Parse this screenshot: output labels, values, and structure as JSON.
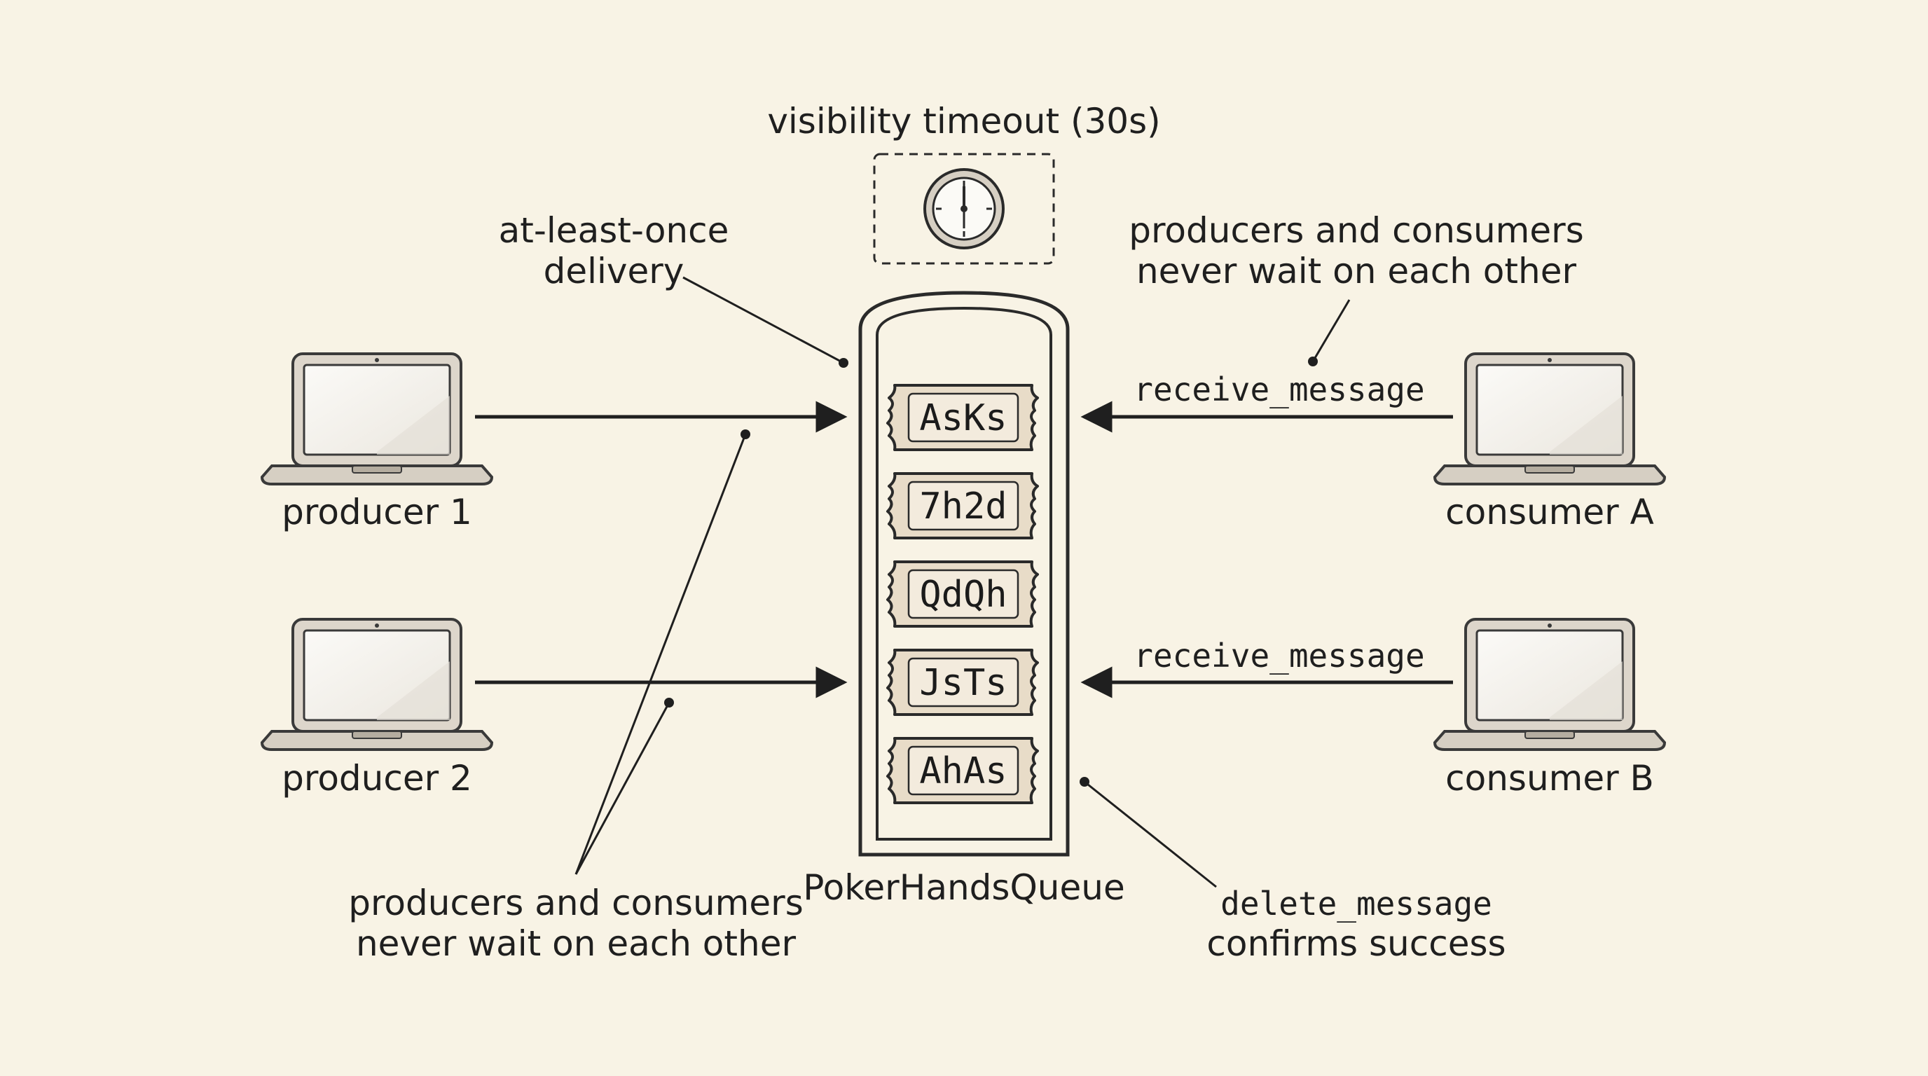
{
  "title": "",
  "queue": {
    "name": "PokerHandsQueue",
    "messages": [
      "AsKs",
      "7h2d",
      "QdQh",
      "JsTs",
      "AhAs"
    ]
  },
  "timeout": {
    "label": "visibility timeout (30s)",
    "icon": "clock-icon"
  },
  "producers": [
    {
      "label": "producer 1",
      "icon": "laptop-icon"
    },
    {
      "label": "producer 2",
      "icon": "laptop-icon"
    }
  ],
  "consumers": [
    {
      "label": "consumer A",
      "icon": "laptop-icon",
      "action": "receive_message"
    },
    {
      "label": "consumer B",
      "icon": "laptop-icon",
      "action": "receive_message"
    }
  ],
  "annotations": {
    "delivery": {
      "line1": "at-least-once",
      "line2": "delivery"
    },
    "decoupling_top": {
      "line1": "producers and consumers",
      "line2": "never wait on each other"
    },
    "decoupling_bottom": {
      "line1": "producers and consumers",
      "line2": "never wait on each other"
    },
    "delete": {
      "line1": "delete_message",
      "line2": "confirms success"
    }
  },
  "colors": {
    "background": "#f8f3e5",
    "ink": "#1f1f1f",
    "card_fill": "#e8dcc8",
    "laptop_body": "#ddd6cb"
  }
}
